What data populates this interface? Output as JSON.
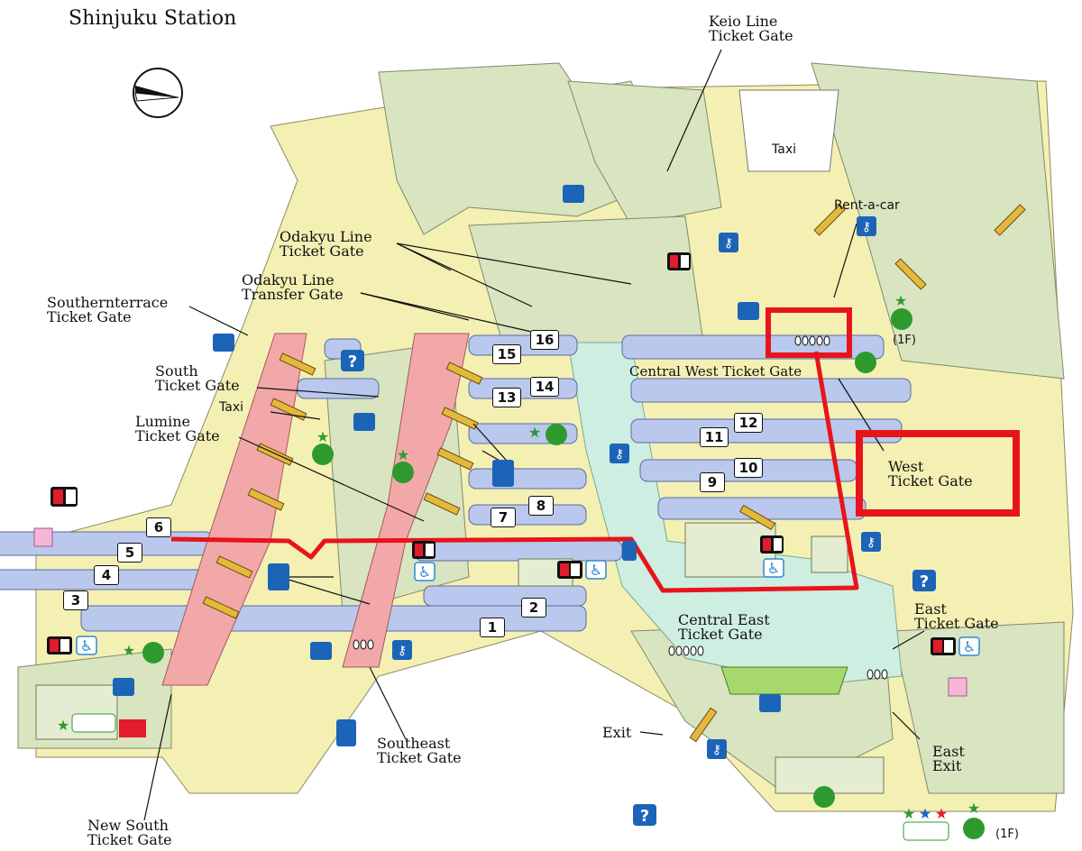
{
  "title": "Shinjuku Station",
  "labels": {
    "keio": "Keio Line\nTicket Gate",
    "taxi_top": "Taxi",
    "rent_a_car": "Rent-a-car",
    "odakyu": "Odakyu Line\nTicket Gate",
    "odakyu_transfer": "Odakyu Line\nTransfer Gate",
    "southernterrace": "Southernterrace\nTicket Gate",
    "south": "South\nTicket Gate",
    "taxi_mid": "Taxi",
    "lumine": "Lumine\nTicket Gate",
    "central_west": "Central West Ticket Gate",
    "west": "West\nTicket Gate",
    "central_east": "Central East\nTicket Gate",
    "east": "East\nTicket Gate",
    "exit": "Exit",
    "east_exit": "East\nExit",
    "southeast": "Southeast\nTicket Gate",
    "new_south": "New South\nTicket Gate",
    "floor_1": "(1F)",
    "floor_2": "(1F)"
  },
  "platforms": [
    "1",
    "2",
    "3",
    "4",
    "5",
    "6",
    "7",
    "8",
    "9",
    "10",
    "11",
    "12",
    "13",
    "14",
    "15",
    "16"
  ],
  "colors": {
    "route": "#e8141b",
    "platform": "#b9c8ec",
    "concourse_pink": "#f2a8a8",
    "floor_yellow": "#f4f0b4",
    "building_green": "#d9e4c0",
    "central_aqua": "#cdeee0"
  },
  "icons": [
    "wc-icon",
    "accessible-wc-icon",
    "elevator-icon",
    "escalator-icon",
    "info-icon",
    "locker-icon",
    "atm-icon",
    "view-plaza-icon",
    "green-window-icon",
    "compass-icon"
  ]
}
